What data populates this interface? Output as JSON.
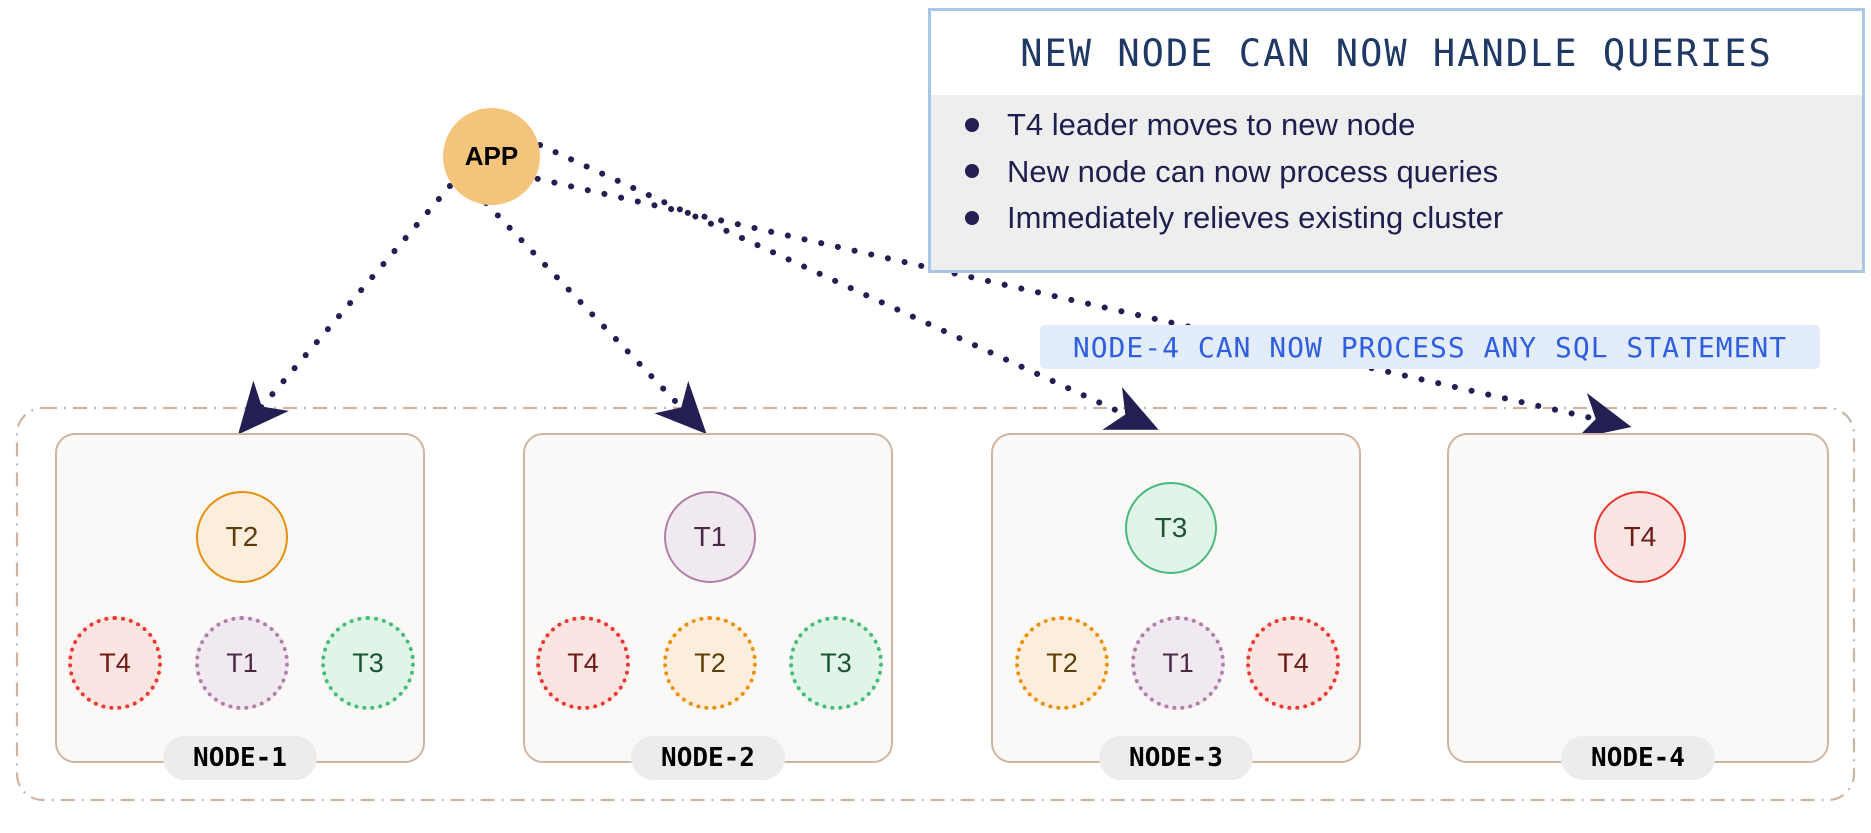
{
  "info_panel": {
    "title": "NEW NODE CAN NOW HANDLE QUERIES",
    "bullets": [
      "T4 leader moves to new node",
      "New node can now process queries",
      "Immediately relieves existing cluster"
    ],
    "border_color": "#a9c6e6",
    "title_bg": "#ffffff",
    "body_bg": "#eeeeee",
    "text_color": "#1f1f4e"
  },
  "sub_banner": {
    "text": "NODE-4 CAN NOW PROCESS ANY SQL STATEMENT",
    "bg": "#e3ecfb",
    "color": "#2f5fe0"
  },
  "app": {
    "label": "APP",
    "fill": "#f5c47c"
  },
  "cluster": {
    "border_color": "#cdb5a4",
    "border_style": "dash-dot"
  },
  "arrow_color": "#241f52",
  "tablet_colors": {
    "T1": {
      "border": "#b07fa8",
      "fill": "#f1e9f0",
      "text": "#4a2a46"
    },
    "T2": {
      "border": "#e8900c",
      "fill": "#fbeedc",
      "text": "#5c3d0a"
    },
    "T3": {
      "border": "#49b97b",
      "fill": "#e0f5e8",
      "text": "#1d5434"
    },
    "T4": {
      "border": "#e8382f",
      "fill": "#fbe5e3",
      "text": "#6e1a15"
    }
  },
  "nodes": [
    {
      "label": "NODE-1",
      "leader": "T2",
      "followers": [
        "T4",
        "T1",
        "T3"
      ]
    },
    {
      "label": "NODE-2",
      "leader": "T1",
      "followers": [
        "T4",
        "T2",
        "T3"
      ]
    },
    {
      "label": "NODE-3",
      "leader": "T3",
      "followers": [
        "T2",
        "T1",
        "T4"
      ]
    },
    {
      "label": "NODE-4",
      "leader": "T4",
      "followers": []
    }
  ]
}
